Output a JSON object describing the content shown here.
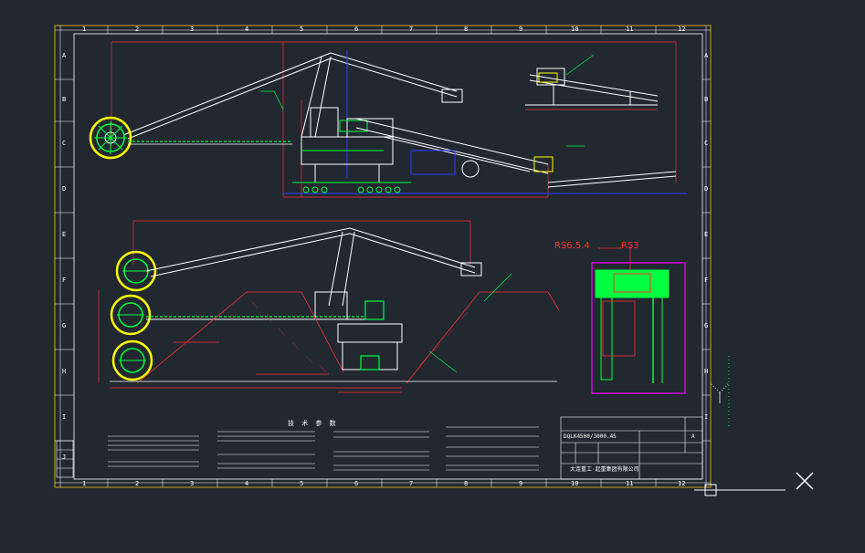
{
  "drawing": {
    "frame_col_numbers": [
      "1",
      "2",
      "3",
      "4",
      "5",
      "6",
      "7",
      "8",
      "9",
      "10",
      "11",
      "12"
    ],
    "frame_row_letters": [
      "A",
      "B",
      "C",
      "D",
      "E",
      "F",
      "G",
      "H",
      "I",
      "J"
    ],
    "callouts": {
      "rs_left": "RS6.5.4",
      "rs_right": "RS3",
      "spec_heading": "技 术 参 数"
    },
    "title_block": {
      "drawing_code": "DQLK4500/3000.45",
      "company": "大连重工·起重集团有限公司",
      "scale_mark": "A"
    }
  },
  "colors": {
    "background": "#212830",
    "frame": "#ffffff",
    "border": "#d4a017",
    "machine": "#ffffff",
    "structure_green": "#00ff40",
    "dimension_red": "#ff3030",
    "accent_blue": "#3040ff",
    "label_yellow": "#ffff00",
    "magenta": "#ff00ff",
    "cyan": "#00ffff"
  },
  "icons": {
    "ucs": "ucs-axis-icon",
    "close": "close-x-icon"
  }
}
